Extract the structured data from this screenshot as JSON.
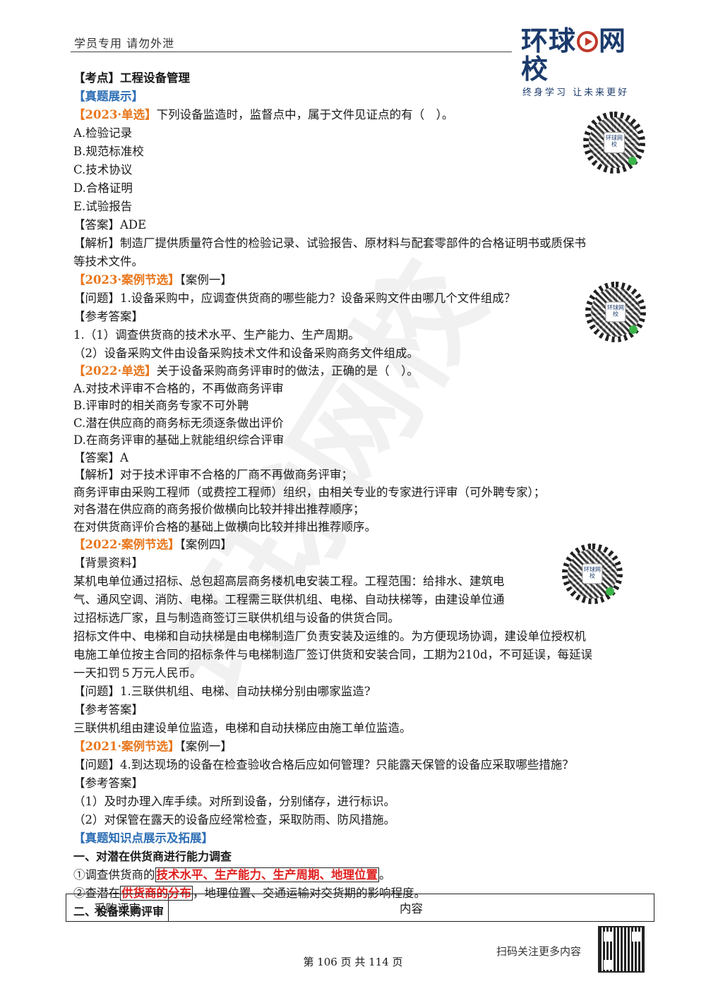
{
  "header": {
    "left_text": "学员专用  请勿外泄",
    "logo_text_pre": "环球",
    "logo_text_post": "网校",
    "logo_slogan": "终身学习  让未来更好"
  },
  "watermark": "环球网校",
  "qr_label": "环球网校",
  "lines": [
    {
      "segs": [
        {
          "t": "【考点】工程设备管理",
          "c": "b"
        }
      ]
    },
    {
      "segs": [
        {
          "t": "【真题展示】",
          "c": "blue"
        }
      ]
    },
    {
      "segs": [
        {
          "t": "【2023·单选】",
          "c": "orange"
        },
        {
          "t": "下列设备监造时，监督点中，属于文件见证点的有（　）。"
        }
      ]
    },
    {
      "segs": [
        {
          "t": "A.检验记录"
        }
      ]
    },
    {
      "segs": [
        {
          "t": "B.规范标准校"
        }
      ]
    },
    {
      "segs": [
        {
          "t": "C.技术协议"
        }
      ]
    },
    {
      "segs": [
        {
          "t": "D.合格证明"
        }
      ]
    },
    {
      "segs": [
        {
          "t": "E.试验报告"
        }
      ]
    },
    {
      "segs": [
        {
          "t": "【答案】ADE"
        }
      ]
    },
    {
      "segs": [
        {
          "t": "【解析】制造厂提供质量符合性的检验记录、试验报告、原材料与配套零部件的合格证明书或质保书"
        }
      ]
    },
    {
      "segs": [
        {
          "t": "等技术文件。"
        }
      ]
    },
    {
      "segs": [
        {
          "t": "【2023·案例节选】",
          "c": "orange"
        },
        {
          "t": "【案例一】"
        }
      ]
    },
    {
      "segs": [
        {
          "t": "【问题】1.设备采购中，应调查供货商的哪些能力？设备采购文件由哪几个文件组成？"
        }
      ]
    },
    {
      "segs": [
        {
          "t": "【参考答案】"
        }
      ]
    },
    {
      "segs": [
        {
          "t": "1.（1）调查供货商的技术水平、生产能力、生产周期。"
        }
      ]
    },
    {
      "segs": [
        {
          "t": "（2）设备采购文件由设备采购技术文件和设备采购商务文件组成。"
        }
      ]
    },
    {
      "segs": [
        {
          "t": "【2022·单选】",
          "c": "orange"
        },
        {
          "t": "关于设备采购商务评审时的做法，正确的是（　）。"
        }
      ]
    },
    {
      "segs": [
        {
          "t": "A.对技术评审不合格的，不再做商务评审"
        }
      ]
    },
    {
      "segs": [
        {
          "t": "B.评审时的相关商务专家不可外聘"
        }
      ]
    },
    {
      "segs": [
        {
          "t": "C.潜在供应商的商务标无须逐条做出评价"
        }
      ]
    },
    {
      "segs": [
        {
          "t": "D.在商务评审的基础上就能组织综合评审"
        }
      ]
    },
    {
      "segs": [
        {
          "t": "【答案】A"
        }
      ]
    },
    {
      "segs": [
        {
          "t": "【解析】对于技术评审不合格的厂商不再做商务评审；"
        }
      ]
    },
    {
      "segs": [
        {
          "t": "商务评审由采购工程师（或费控工程师）组织，由相关专业的专家进行评审（可外聘专家）；"
        }
      ]
    },
    {
      "segs": [
        {
          "t": "对各潜在供应商的商务报价做横向比较并排出推荐顺序；"
        }
      ]
    },
    {
      "segs": [
        {
          "t": "在对供货商评价合格的基础上做横向比较并排出推荐顺序。"
        }
      ]
    },
    {
      "segs": [
        {
          "t": "【2022·案例节选】",
          "c": "orange"
        },
        {
          "t": "【案例四】"
        }
      ]
    },
    {
      "segs": [
        {
          "t": "【背景资料】"
        }
      ]
    },
    {
      "segs": [
        {
          "t": "某机电单位通过招标、总包超高层商务楼机电安装工程。工程范围：给排水、建筑电"
        }
      ]
    },
    {
      "segs": [
        {
          "t": "气、通风空调、消防、电梯。工程需三联供机组、电梯、自动扶梯等，由建设单位通"
        }
      ]
    },
    {
      "segs": [
        {
          "t": "过招标选厂家，且与制造商签订三联供机组与设备的供货合同。"
        }
      ]
    },
    {
      "segs": [
        {
          "t": "招标文件中、电梯和自动扶梯是由电梯制造厂负责安装及运维的。为方便现场协调，建设单位授权机"
        }
      ]
    },
    {
      "segs": [
        {
          "t": "电施工单位按主合同的招标条件与电梯制造厂签订供货和安装合同，工期为210d，不可延误，每延误"
        }
      ]
    },
    {
      "segs": [
        {
          "t": "一天扣罚５万元人民币。"
        }
      ]
    },
    {
      "segs": [
        {
          "t": "【问题】1.三联供机组、电梯、自动扶梯分别由哪家监造?"
        }
      ]
    },
    {
      "segs": [
        {
          "t": "【参考答案】"
        }
      ]
    },
    {
      "segs": [
        {
          "t": "三联供机组由建设单位监造，电梯和自动扶梯应由施工单位监造。"
        }
      ]
    },
    {
      "segs": [
        {
          "t": "【2021·案例节选】",
          "c": "orange"
        },
        {
          "t": "【案例一】"
        }
      ]
    },
    {
      "segs": [
        {
          "t": "【问题】4.到达现场的设备在检查验收合格后应如何管理？只能露天保管的设备应采取哪些措施？"
        }
      ]
    },
    {
      "segs": [
        {
          "t": "【参考答案】"
        }
      ]
    },
    {
      "segs": [
        {
          "t": "（1）及时办理入库手续。对所到设备，分别储存，进行标识。"
        }
      ]
    },
    {
      "segs": [
        {
          "t": "（2）对保管在露天的设备应经常检查，采取防雨、防风措施。"
        }
      ]
    },
    {
      "segs": [
        {
          "t": "【真题知识点展示及拓展】",
          "c": "blue"
        }
      ]
    },
    {
      "segs": [
        {
          "t": "一、对潜在供货商进行能力调查",
          "c": "sec"
        }
      ]
    },
    {
      "segs": [
        {
          "t": "①调查供货商的"
        },
        {
          "t": "技术水平、生产能力、生产周期、地理位置",
          "c": "red box"
        },
        {
          "t": "。"
        }
      ]
    },
    {
      "segs": [
        {
          "t": "②查潜在"
        },
        {
          "t": "供货商的分布",
          "c": "red box"
        },
        {
          "t": "，地理位置、交通运输对交货期的影响程度。"
        }
      ]
    },
    {
      "segs": [
        {
          "t": "二、设备采购评审",
          "c": "sec"
        }
      ]
    }
  ],
  "table": {
    "col1": "采购评审",
    "col2": "内容"
  },
  "footer": {
    "scan_text": "扫码关注更多内容",
    "page_text": "第 106 页 共 114 页"
  }
}
